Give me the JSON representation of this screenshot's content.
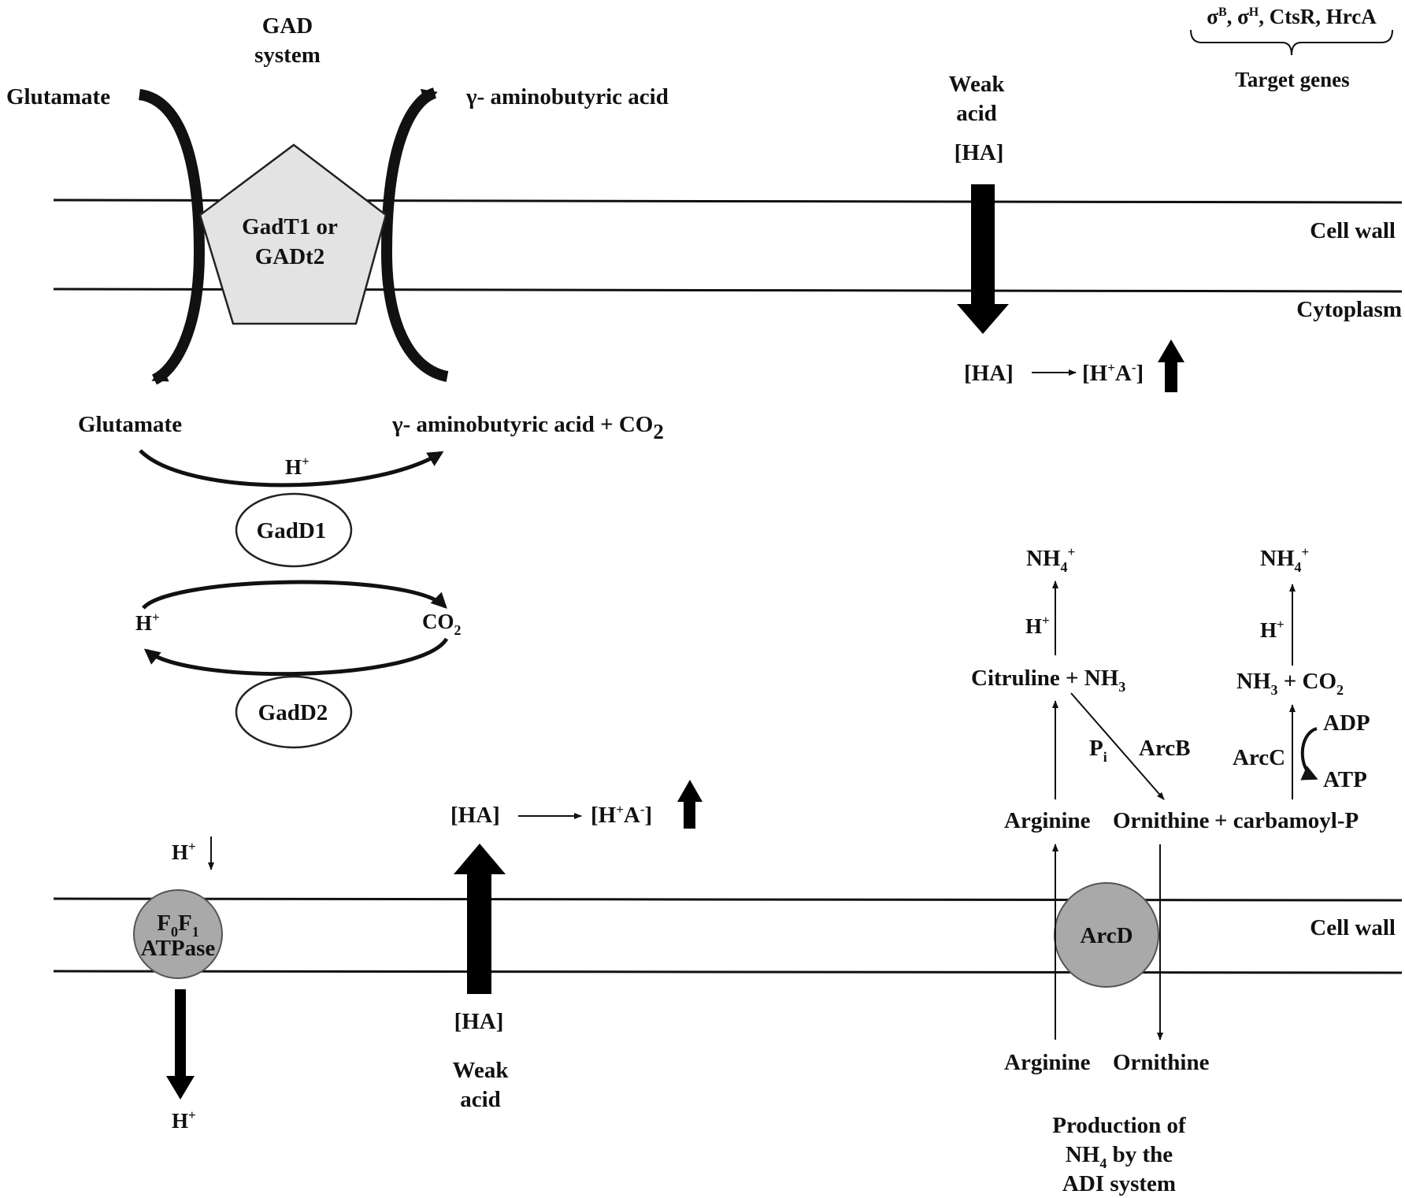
{
  "gad": {
    "title_line1": "GAD",
    "title_line2": "system",
    "glutamate_out": "Glutamate",
    "gaba_out": "γ- aminobutyric acid",
    "transporter_line1": "GadT1 or",
    "transporter_line2": "GADt2",
    "glutamate_in": "Glutamate",
    "gaba_in": "γ- aminobutyric acid + CO",
    "gaba_in_sub": "2",
    "proton_top": "H",
    "proton_top_sup": "+",
    "enzyme1": "GadD1",
    "proton_left": "H",
    "proton_left_sup": "+",
    "co2": "CO",
    "co2_sub": "2",
    "enzyme2": "GadD2"
  },
  "membrane_labels": {
    "cell_wall_top": "Cell wall",
    "cytoplasm": "Cytoplasm",
    "cell_wall_bottom": "Cell wall"
  },
  "weak_acid_top": {
    "label_line1": "Weak",
    "label_line2": "acid",
    "ha": "[HA]",
    "reaction_left": "[HA]",
    "reaction_right_a": "[H",
    "reaction_right_sup1": "+",
    "reaction_right_b": "A",
    "reaction_right_sup2": "-",
    "reaction_right_c": "]"
  },
  "regulators": {
    "sigma_b": "σ",
    "sigma_b_sup": "B",
    "sigma_h": "σ",
    "sigma_h_sup": "H",
    "rest": ", CtsR, HrcA",
    "target_genes": "Target genes"
  },
  "weak_acid_bottom": {
    "reaction_left": "[HA]",
    "reaction_right_a": "[H",
    "reaction_right_sup1": "+",
    "reaction_right_b": "A",
    "reaction_right_sup2": "-",
    "reaction_right_c": "]",
    "ha": "[HA]",
    "label_line1": "Weak",
    "label_line2": "acid"
  },
  "atpase": {
    "proton_in": "H",
    "proton_in_sup": "+",
    "name_line1_a": "F",
    "name_line1_sub1": "0",
    "name_line1_b": "F",
    "name_line1_sub2": "1",
    "name_line2": "ATPase",
    "proton_out": "H",
    "proton_out_sup": "+"
  },
  "adi": {
    "nh4_left": "NH",
    "nh4_left_sub": "4",
    "nh4_left_sup": "+",
    "h_left": "H",
    "h_left_sup": "+",
    "citruline": "Citruline + NH",
    "citruline_sub": "3",
    "pi": "P",
    "pi_sub": "i",
    "arcb": "ArcB",
    "arginine_in": "Arginine",
    "ornithine_in": "Ornithine",
    "carbamoyl": "+ carbamoyl-P",
    "nh4_right": "NH",
    "nh4_right_sub": "4",
    "nh4_right_sup": "+",
    "h_right": "H",
    "h_right_sup": "+",
    "nh3_co2_a": "NH",
    "nh3_co2_sub1": "3",
    "nh3_co2_b": " + CO",
    "nh3_co2_sub2": "2",
    "arcc": "ArcC",
    "adp": "ADP",
    "atp": "ATP",
    "arcd": "ArcD",
    "arginine_out": "Arginine",
    "ornithine_out": "Ornithine",
    "caption_line1": "Production of",
    "caption_line2_a": "NH",
    "caption_line2_sub": "4",
    "caption_line2_b": " by the",
    "caption_line3": "ADI system"
  }
}
